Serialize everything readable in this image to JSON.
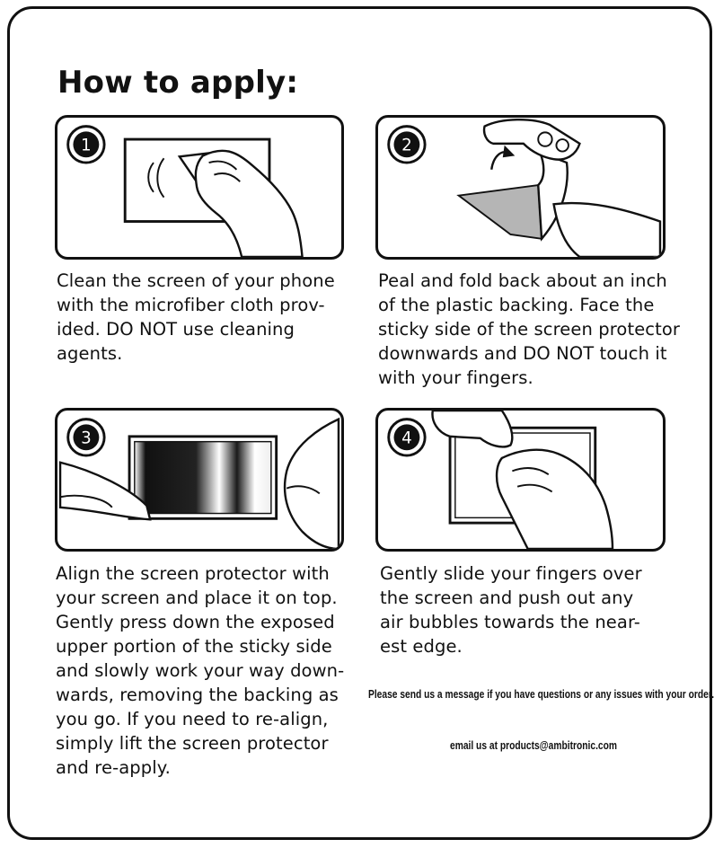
{
  "title": "How to apply:",
  "steps": [
    {
      "number": "1",
      "text": "Clean the screen of your phone\nwith the microfiber cloth prov-\nided. DO NOT use cleaning\nagents."
    },
    {
      "number": "2",
      "text": "Peal and fold back about an inch\nof the plastic backing. Face the\nsticky side of the screen protector\ndownwards and DO NOT touch it\nwith your fingers."
    },
    {
      "number": "3",
      "text": "Align the screen protector with\nyour screen and place it on top.\nGently press down the exposed\nupper portion of the sticky side\nand slowly work your way down-\nwards, removing the backing as\nyou go. If you need to re-align,\nsimply lift the screen protector\nand re-apply."
    },
    {
      "number": "4",
      "text": "Gently slide your fingers over\nthe screen and push out any\nair bubbles towards the near-\nest edge."
    }
  ],
  "contact_note": "Please send us a message if you have questions or any issues with your order.",
  "email_note": "email us at products@ambitronic.com",
  "icons": {
    "step1": "hand-wiping-screen-icon",
    "step2": "hand-peeling-backing-icon",
    "step3": "hands-aligning-protector-icon",
    "step4": "hands-pushing-bubbles-icon"
  },
  "colors": {
    "ink": "#111111",
    "backing_gray": "#b5b5b5",
    "background": "#ffffff"
  }
}
